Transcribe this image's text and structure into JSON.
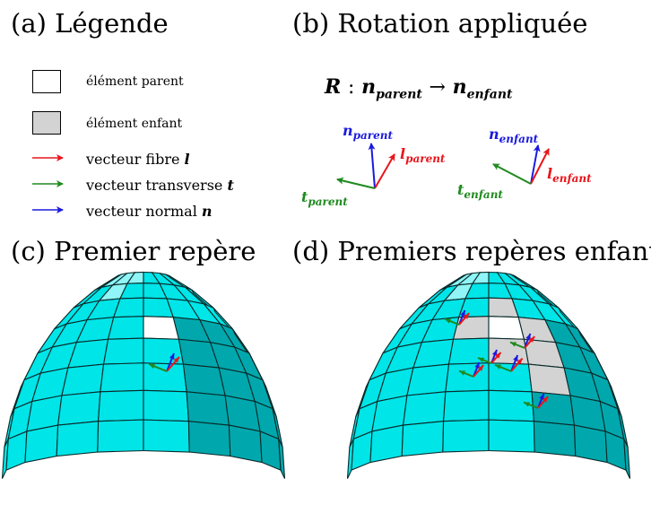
{
  "panels": {
    "a": {
      "title": "(a) Légende"
    },
    "b": {
      "title": "(b) Rotation appliquée"
    },
    "c": {
      "title": "(c) Premier repère"
    },
    "d": {
      "title": "(d) Premiers repères enfants"
    }
  },
  "legend": {
    "parent_element": "élément parent",
    "child_element": "élément enfant",
    "fiber_vector": "vecteur fibre",
    "fiber_symbol": "l",
    "transverse_vector": "vecteur transverse",
    "transverse_symbol": "t",
    "normal_vector": "vecteur normal",
    "normal_symbol": "n"
  },
  "rotation": {
    "R": "R",
    "colon": ":",
    "n": "n",
    "arrow": "→",
    "parent_sub": "parent",
    "child_sub": "enfant"
  },
  "frame_labels": {
    "n_parent": {
      "base": "n",
      "sub": "parent"
    },
    "l_parent": {
      "base": "l",
      "sub": "parent"
    },
    "t_parent": {
      "base": "t",
      "sub": "parent"
    },
    "n_child": {
      "base": "n",
      "sub": "enfant"
    },
    "l_child": {
      "base": "l",
      "sub": "enfant"
    },
    "t_child": {
      "base": "t",
      "sub": "enfant"
    }
  },
  "colors": {
    "fiber": "#e8151b",
    "transverse": "#1f8a1f",
    "normal": "#1a1adf",
    "mesh": "#00e5e8",
    "mesh_dark": "#00a8ad",
    "mesh_light": "#8ff5f7",
    "child_fill": "#d3d3d3",
    "parent_fill": "#ffffff"
  }
}
